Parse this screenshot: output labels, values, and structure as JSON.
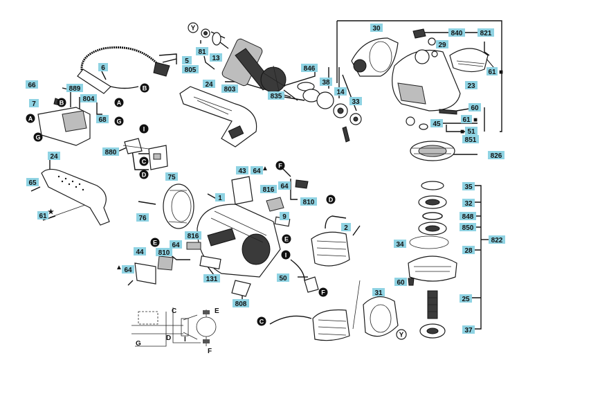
{
  "part_labels": {
    "p821": "821",
    "p840": "840",
    "p29": "29",
    "p61a": "61",
    "p23": "23",
    "p30": "30",
    "p846": "846",
    "p38": "38",
    "p14": "14",
    "p33": "33",
    "p60a": "60",
    "p61b": "61",
    "p45": "45",
    "p51": "51",
    "p851": "851",
    "p826": "826",
    "p81": "81",
    "p13": "13",
    "p5": "5",
    "p805": "805",
    "p6": "6",
    "p66": "66",
    "p889": "889",
    "p804": "804",
    "p7": "7",
    "p68": "68",
    "p24a": "24",
    "p803": "803",
    "p835": "835",
    "p880": "880",
    "p24b": "24",
    "p65": "65",
    "p61c": "61",
    "p75": "75",
    "p76": "76",
    "p43": "43",
    "p64a": "64",
    "p816a": "816",
    "p64b": "64",
    "p810a": "810",
    "p1": "1",
    "p9": "9",
    "p2": "2",
    "p35": "35",
    "p32": "32",
    "p848": "848",
    "p850": "850",
    "p34": "34",
    "p28": "28",
    "p822": "822",
    "p60b": "60",
    "p25": "25",
    "p37": "37",
    "p44": "44",
    "p64c": "64",
    "p816b": "816",
    "p64d": "64",
    "p810b": "810",
    "p131": "131",
    "p50": "50",
    "p808": "808",
    "p31": "31"
  },
  "callouts": {
    "A": "A",
    "B": "B",
    "C": "C",
    "D": "D",
    "E": "E",
    "F": "F",
    "G": "G",
    "I": "I",
    "Y": "Y"
  },
  "markers": {
    "square": "■",
    "triangle": "▲",
    "star": "★"
  },
  "wiring_letters": {
    "C": "C",
    "E": "E",
    "D": "D",
    "F": "F",
    "G": "G",
    "I": "I"
  }
}
